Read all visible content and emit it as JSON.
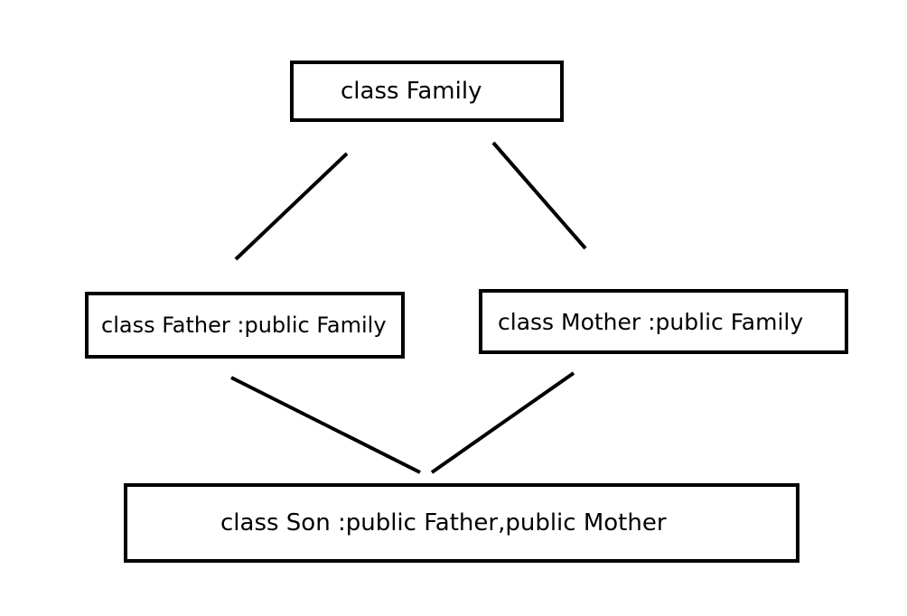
{
  "diagram": {
    "nodes": [
      {
        "id": "family",
        "label": "class Family"
      },
      {
        "id": "father",
        "label": "class Father :public Family"
      },
      {
        "id": "mother",
        "label": "class Mother :public Family"
      },
      {
        "id": "son",
        "label": "class Son :public Father,public Mother"
      }
    ],
    "edges": [
      {
        "from": "family",
        "to": "father"
      },
      {
        "from": "family",
        "to": "mother"
      },
      {
        "from": "father",
        "to": "son"
      },
      {
        "from": "mother",
        "to": "son"
      }
    ],
    "colors": {
      "stroke": "#000000",
      "background": "#ffffff"
    }
  }
}
